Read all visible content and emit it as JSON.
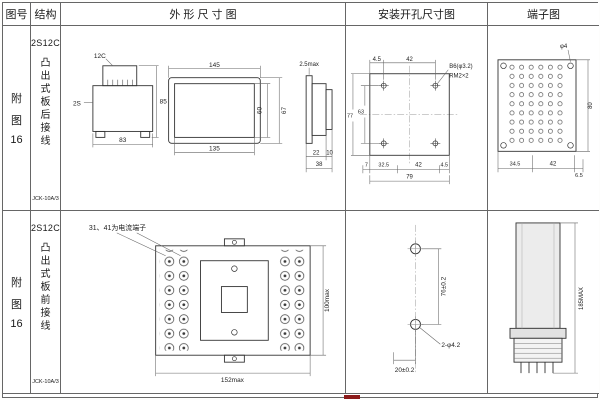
{
  "header": {
    "fig_no": "图号",
    "structure": "结构",
    "outline": "外 形 尺 寸 图",
    "mounting": "安装开孔尺寸图",
    "terminal": "端子图"
  },
  "rows": [
    {
      "fig_no_lines": [
        "附",
        "图",
        "16"
      ],
      "structure": {
        "model": "2S12C",
        "desc": "凸出式板后接线",
        "series": "JCK-10A/3"
      },
      "outline": {
        "connector_label": "12C",
        "body_label": "2S",
        "width": "83",
        "height": "85",
        "front_width_outer": "145",
        "front_width_inner": "135",
        "front_height_inner": "60",
        "front_height_outer": "67",
        "side_gap": "2.5max",
        "side_d1": "22",
        "side_d2": "10",
        "side_total": "38"
      },
      "mounting": {
        "top_d1": "4.5",
        "top_d2": "42",
        "hole_spec": "B6(φ3.2)",
        "thread_spec": "RM2×2",
        "height_outer": "77",
        "height_inner": "63",
        "bottom_d1": "7",
        "bottom_d2": "32.5",
        "bottom_d3": "42",
        "bottom_d4": "4.5",
        "bottom_total": "79"
      },
      "terminal": {
        "hole_label": "φ4",
        "bottom_d1": "34.5",
        "bottom_d2": "42",
        "bottom_d3": "6.5",
        "side_d": "80"
      }
    },
    {
      "fig_no_lines": [
        "附",
        "图",
        "16"
      ],
      "structure": {
        "model": "2S12C",
        "desc": "凸出式板前接线",
        "series": "JCK-10A/3"
      },
      "outline": {
        "note": "31、41为电流端子",
        "height": "100max",
        "width": "152max"
      },
      "mounting": {
        "pitch": "76±0.2",
        "hole_spec": "2-φ4.2",
        "offset": "20±0.2"
      },
      "terminal": {
        "height": "185MAX"
      }
    }
  ]
}
